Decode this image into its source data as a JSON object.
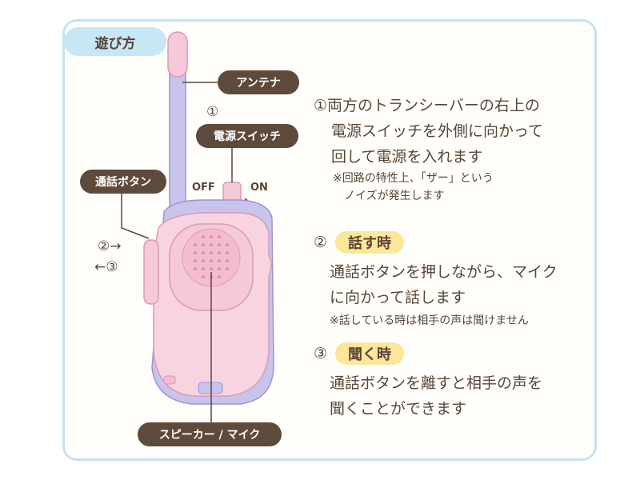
{
  "header": {
    "tab_title": "遊び方"
  },
  "diagram": {
    "antenna_label": "アンテナ",
    "switch_number": "①",
    "power_switch_label": "電源スイッチ",
    "off_label": "OFF",
    "on_label": "ON",
    "talk_button_label": "通話ボタン",
    "press_label": "②→",
    "release_label": "←③",
    "speaker_label": "スピーカー / マイク"
  },
  "instructions": {
    "step1": {
      "lines": [
        "①両方のトランシーバーの右上の",
        "電源スイッチを外側に向かって",
        "回して電源を入れます"
      ],
      "notes": [
        "※回路の特性上、「ザー」という",
        "ノイズが発生します"
      ]
    },
    "step2": {
      "number": "②",
      "title": "話す時",
      "lines": [
        "通話ボタンを押しながら、マイク",
        "に向かって話します"
      ],
      "note": "※話している時は相手の声は聞けません"
    },
    "step3": {
      "number": "③",
      "title": "聞く時",
      "lines": [
        "通話ボタンを離すと相手の声を",
        "聞くことができます"
      ]
    }
  },
  "colors": {
    "border": "#c4e3f3",
    "tab_bg": "#c7e6f6",
    "label_bg": "#5e4a3b",
    "highlight": "#fbe69a",
    "device_pink": "#f6c9d8",
    "device_lavender": "#c8c4ec"
  }
}
